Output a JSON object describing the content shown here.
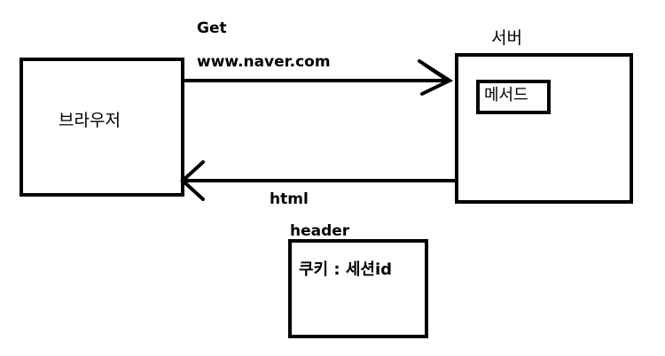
{
  "browser": {
    "label": "브라우저"
  },
  "server": {
    "label": "서버",
    "method_label": "메서드"
  },
  "request": {
    "method": "Get",
    "url": "www.naver.com"
  },
  "response": {
    "label": "html"
  },
  "header": {
    "title": "header",
    "content": "쿠키 : 세션id"
  },
  "colors": {
    "stroke": "#000000",
    "background": "#ffffff"
  }
}
